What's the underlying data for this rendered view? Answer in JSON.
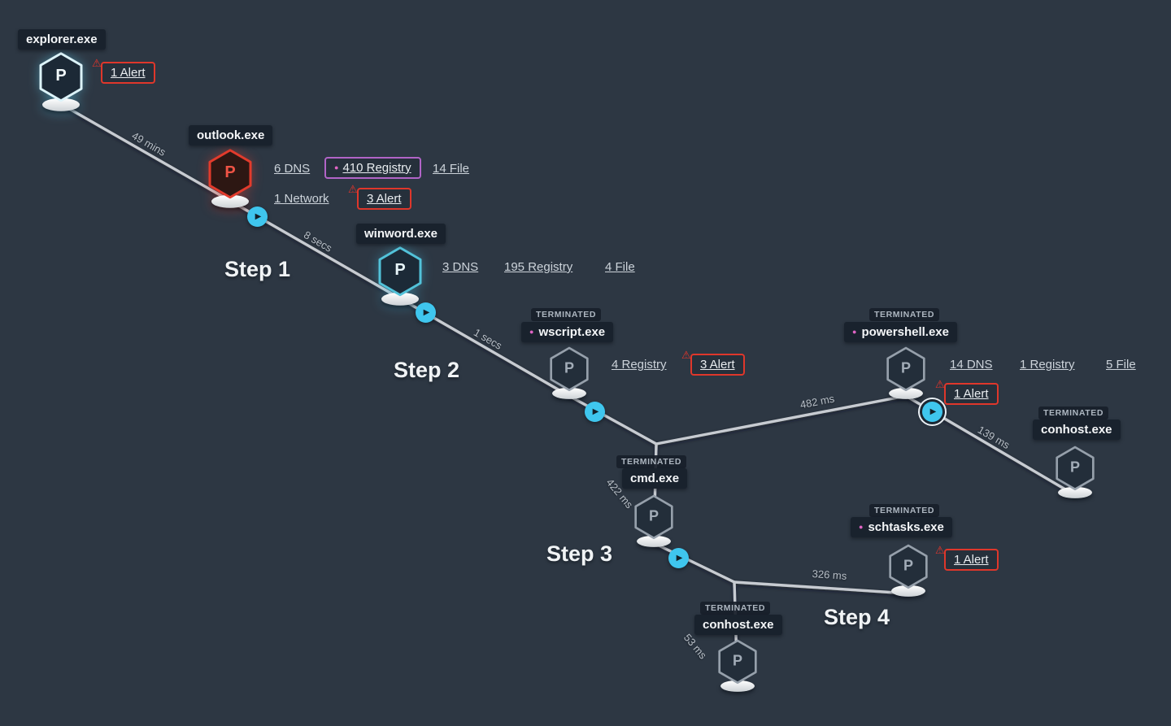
{
  "glyphs": {
    "process_letter": "P",
    "play": "▶",
    "warning": "⚠",
    "dot": "●"
  },
  "steps": [
    {
      "label": "Step 1"
    },
    {
      "label": "Step 2"
    },
    {
      "label": "Step 3"
    },
    {
      "label": "Step 4"
    }
  ],
  "nodes": [
    {
      "name": "explorer.exe",
      "alert": "1 Alert"
    },
    {
      "name": "outlook.exe",
      "stat_dns": "6 DNS",
      "stat_registry": "410 Registry",
      "stat_file": "14 File",
      "stat_network": "1 Network",
      "alert": "3 Alert"
    },
    {
      "name": "winword.exe",
      "stat_dns": "3 DNS",
      "stat_registry": "195 Registry",
      "stat_file": "4 File"
    },
    {
      "name": "wscript.exe",
      "status": "TERMINATED",
      "stat_registry": "4 Registry",
      "alert": "3 Alert"
    },
    {
      "name": "powershell.exe",
      "status": "TERMINATED",
      "stat_dns": "14 DNS",
      "stat_registry": "1 Registry",
      "stat_file": "5 File",
      "alert": "1 Alert"
    },
    {
      "name": "conhost.exe",
      "status": "TERMINATED"
    },
    {
      "name": "cmd.exe",
      "status": "TERMINATED"
    },
    {
      "name": "schtasks.exe",
      "status": "TERMINATED",
      "alert": "1 Alert"
    },
    {
      "name": "conhost.exe",
      "status": "TERMINATED"
    }
  ],
  "edges": [
    {
      "label": "49 mins"
    },
    {
      "label": "8 secs"
    },
    {
      "label": "1 secs"
    },
    {
      "label": "482 ms"
    },
    {
      "label": "139 ms"
    },
    {
      "label": "422 ms"
    },
    {
      "label": "326 ms"
    },
    {
      "label": "53 ms"
    }
  ]
}
